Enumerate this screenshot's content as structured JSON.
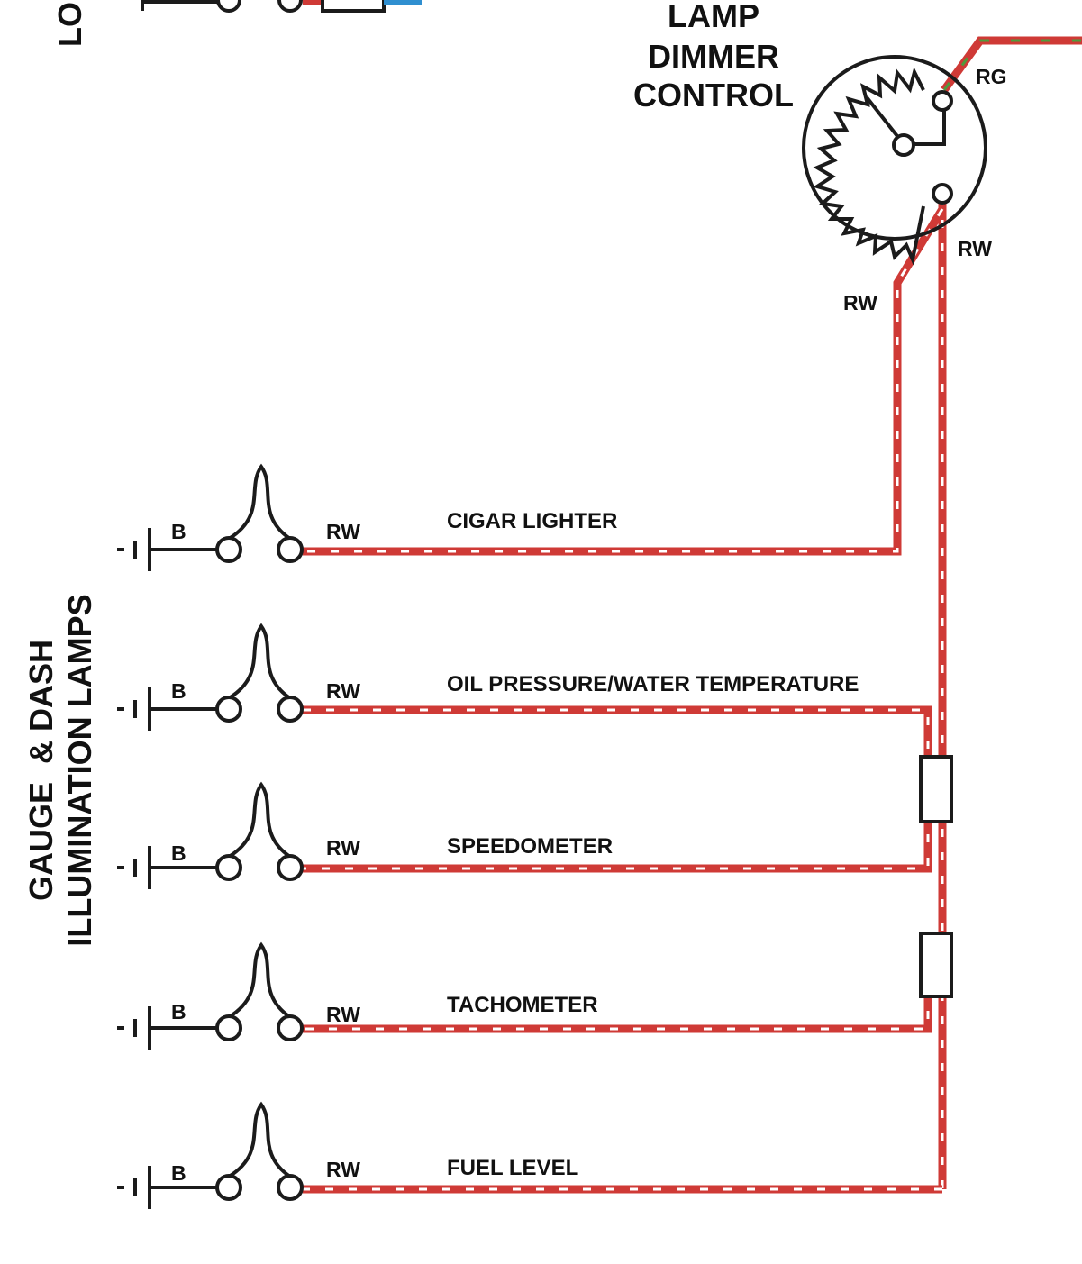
{
  "diagram": {
    "title_lines": [
      "LAMP",
      "DIMMER",
      "CONTROL"
    ],
    "side_title_lines": [
      "GAUGE  & DASH",
      "ILLUMINATION LAMPS"
    ],
    "top_left_fragment": "LO",
    "wire_codes": {
      "input": "RG",
      "output_right": "RW",
      "output_left": "RW",
      "ground": "B",
      "lamp_feed": "RW"
    },
    "lamps": [
      {
        "label": "CIGAR LIGHTER",
        "ground_code": "B",
        "feed_code": "RW"
      },
      {
        "label": "OIL PRESSURE/WATER TEMPERATURE",
        "ground_code": "B",
        "feed_code": "RW"
      },
      {
        "label": "SPEEDOMETER",
        "ground_code": "B",
        "feed_code": "RW"
      },
      {
        "label": "TACHOMETER",
        "ground_code": "B",
        "feed_code": "RW"
      },
      {
        "label": "FUEL LEVEL",
        "ground_code": "B",
        "feed_code": "RW"
      }
    ],
    "colors": {
      "wire_red": "#cf3a36",
      "wire_white_tracer": "#ffffff",
      "wire_green_tracer": "#4f9a3c",
      "wire_blue": "#2f8fd0",
      "ink": "#1b1b1b"
    }
  }
}
